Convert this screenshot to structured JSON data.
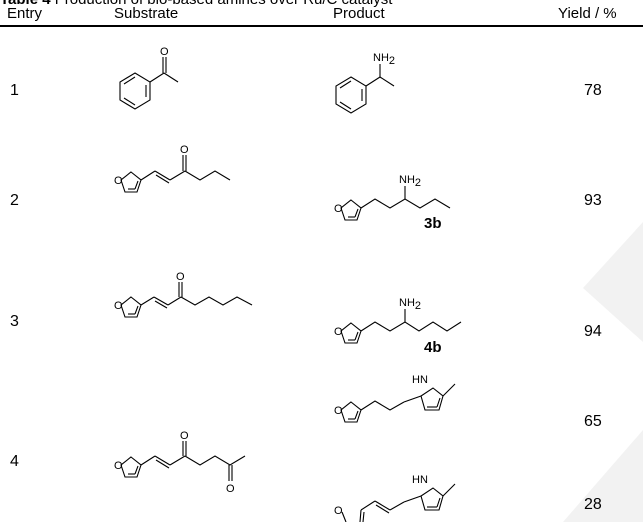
{
  "caption": {
    "prefix": "Table 4",
    "text": " Production of bio-based amines over Ru/C catalyst"
  },
  "table": {
    "columns": [
      "Entry",
      "Substrate",
      "Product",
      "Yield / %"
    ],
    "rows": [
      {
        "entry": "1",
        "yields": [
          "78"
        ],
        "labels": []
      },
      {
        "entry": "2",
        "yields": [
          "93"
        ],
        "labels": [
          "3b"
        ]
      },
      {
        "entry": "3",
        "yields": [
          "94"
        ],
        "labels": [
          "4b"
        ]
      },
      {
        "entry": "4",
        "yields": [
          "65",
          "28"
        ],
        "labels": []
      }
    ]
  },
  "atoms": {
    "oxygen": "O",
    "amine": "NH",
    "amine_sub": "2",
    "pyrrole_nh": "HN"
  },
  "colors": {
    "watermark": "#f2f2f2"
  }
}
